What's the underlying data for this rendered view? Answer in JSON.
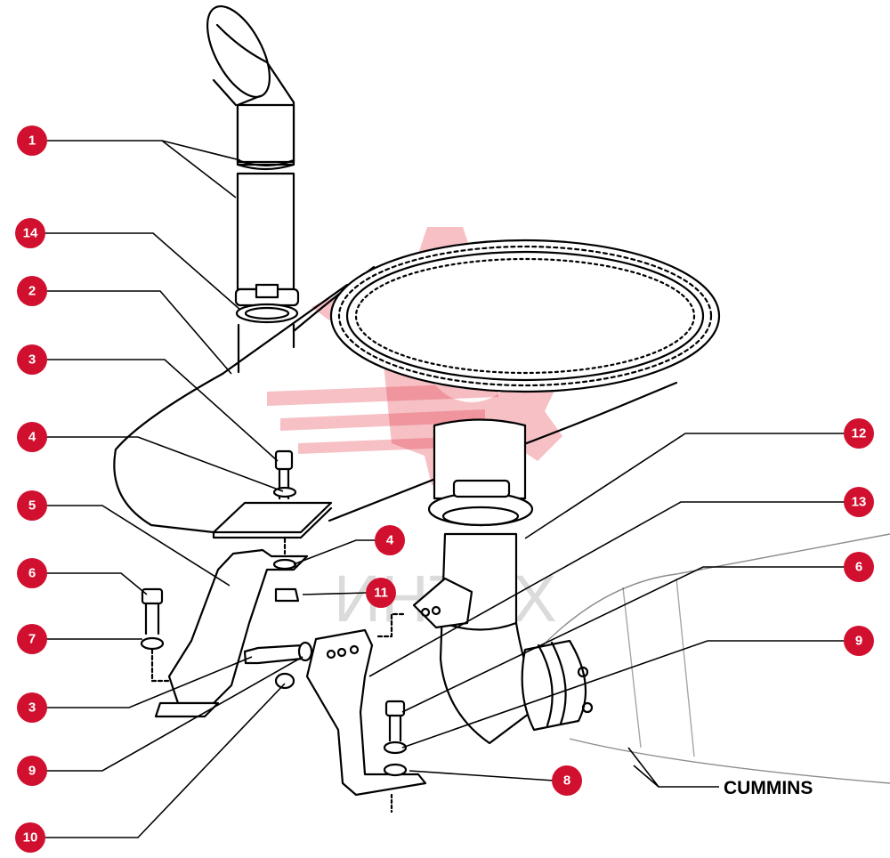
{
  "diagram": {
    "callouts": [
      {
        "id": "c1",
        "label": "1"
      },
      {
        "id": "c14",
        "label": "14"
      },
      {
        "id": "c2",
        "label": "2"
      },
      {
        "id": "c3a",
        "label": "3"
      },
      {
        "id": "c4a",
        "label": "4"
      },
      {
        "id": "c5",
        "label": "5"
      },
      {
        "id": "c6a",
        "label": "6"
      },
      {
        "id": "c7",
        "label": "7"
      },
      {
        "id": "c3b",
        "label": "3"
      },
      {
        "id": "c9a",
        "label": "9"
      },
      {
        "id": "c10",
        "label": "10"
      },
      {
        "id": "c4b",
        "label": "4"
      },
      {
        "id": "c11",
        "label": "11"
      },
      {
        "id": "c12",
        "label": "12"
      },
      {
        "id": "c13",
        "label": "13"
      },
      {
        "id": "c6b",
        "label": "6"
      },
      {
        "id": "c9b",
        "label": "9"
      },
      {
        "id": "c8",
        "label": "8"
      }
    ],
    "engine_label": "CUMMINS",
    "watermark_text": "ИНТЕХ",
    "colors": {
      "badge": "#d0102e",
      "watermark": "#e23a4a",
      "ink": "#000000"
    }
  }
}
